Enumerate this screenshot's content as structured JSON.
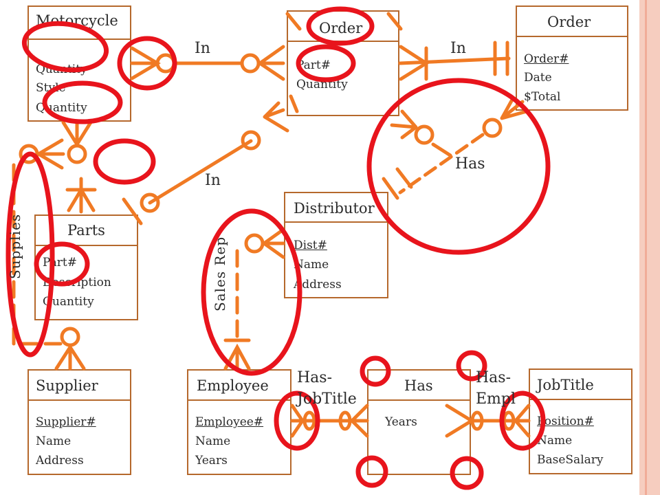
{
  "colors": {
    "line": "#f07a24",
    "circle": "#e8141c",
    "border": "#b5682c",
    "stripe": "#f6cdbf"
  },
  "entities": {
    "motorcycle": {
      "title": "Motorcycle",
      "attrs": [
        "Quantity",
        "Style",
        "Quantity"
      ]
    },
    "order_center": {
      "title": "Order",
      "attrs": [
        "Part#",
        "Quantity"
      ]
    },
    "order_right": {
      "title": "Order",
      "attrs": [
        "Order#",
        "Date",
        "$Total"
      ]
    },
    "parts": {
      "title": "Parts",
      "attrs": [
        "Part#",
        "Description",
        "Quantity"
      ]
    },
    "distributor": {
      "title": "Distributor",
      "attrs": [
        "Dist#",
        "Name",
        "Address"
      ]
    },
    "supplier": {
      "title": "Supplier",
      "attrs": [
        "Supplier#",
        "Name",
        "Address"
      ]
    },
    "employee": {
      "title": "Employee",
      "attrs": [
        "Employee#",
        "Name",
        "Years"
      ]
    },
    "has_box": {
      "title": "Has",
      "attrs": [
        "Years"
      ]
    },
    "jobtitle": {
      "title": "JobTitle",
      "attrs": [
        "Position#",
        "Name",
        "BaseSalary"
      ]
    }
  },
  "relationships": {
    "in_top_left": "In",
    "in_top_right": "In",
    "in_middle": "In",
    "has_right": "Has",
    "supplies": "Supplies",
    "sales_rep": "Sales Rep",
    "has_jobtitle_1": "Has-",
    "has_jobtitle_2": "JobTitle",
    "has_empl_1": "Has-",
    "has_empl_2": "Empl"
  }
}
